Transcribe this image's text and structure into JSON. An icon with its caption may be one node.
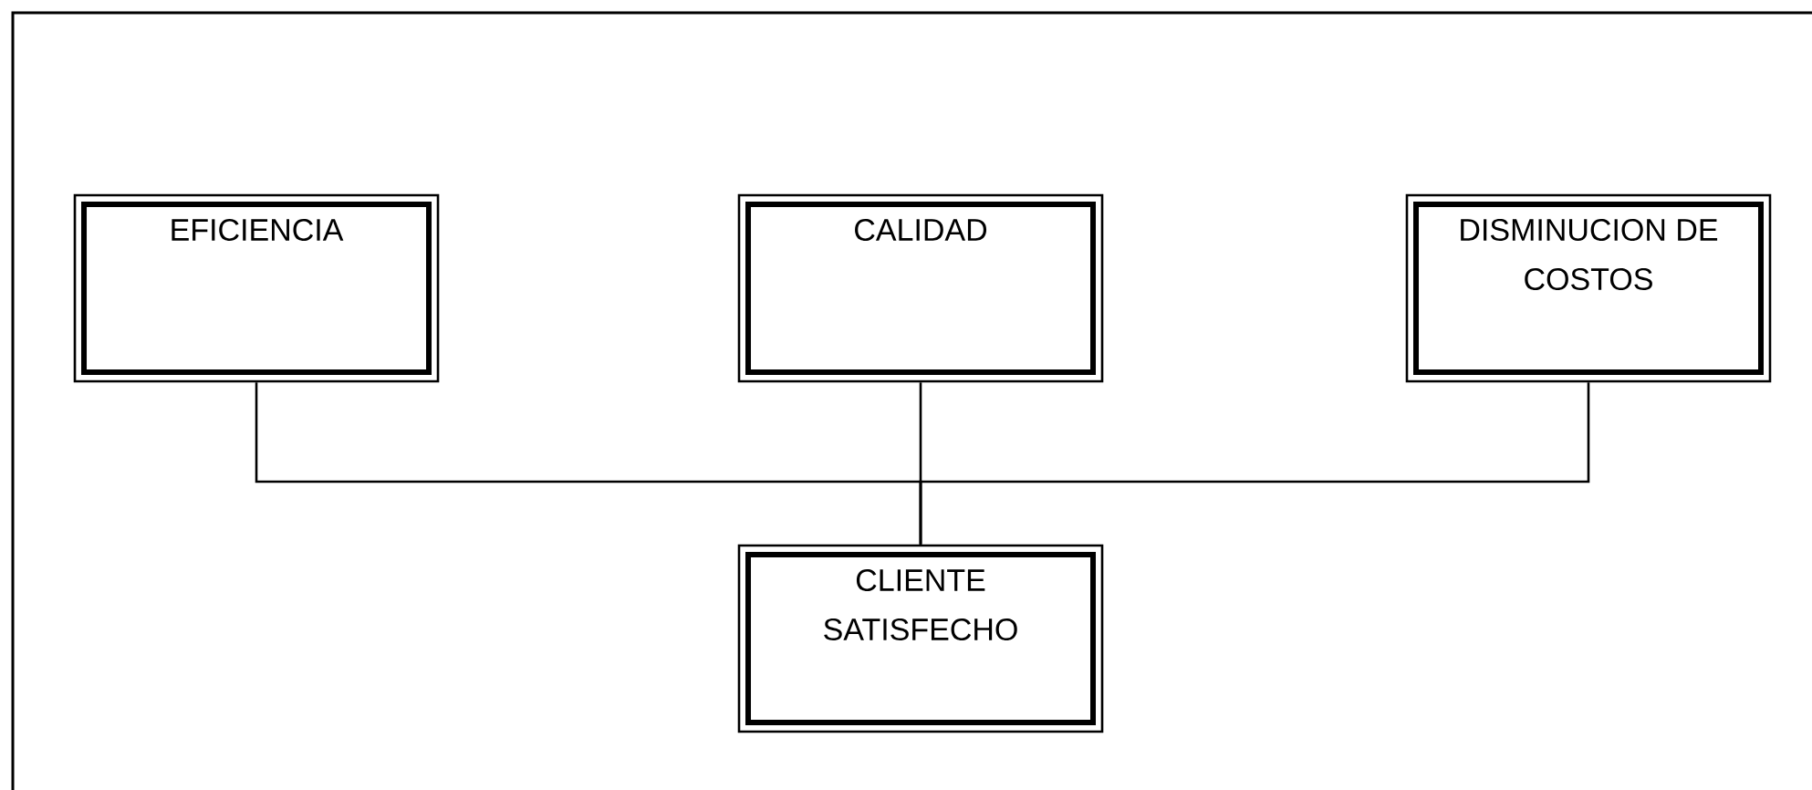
{
  "diagram": {
    "nodes": [
      {
        "text": [
          "EFICIENCIA"
        ]
      },
      {
        "text": [
          "CALIDAD"
        ]
      },
      {
        "text": [
          "DISMINUCION DE COSTOS"
        ]
      },
      {
        "text": [
          "CLIENTE SATISFECHO"
        ]
      }
    ],
    "edges": [
      {
        "from": 0,
        "to": 3,
        "arrow": "none"
      },
      {
        "from": 1,
        "to": 3,
        "arrow": "none"
      },
      {
        "from": 2,
        "to": 3,
        "arrow": "none"
      }
    ]
  }
}
